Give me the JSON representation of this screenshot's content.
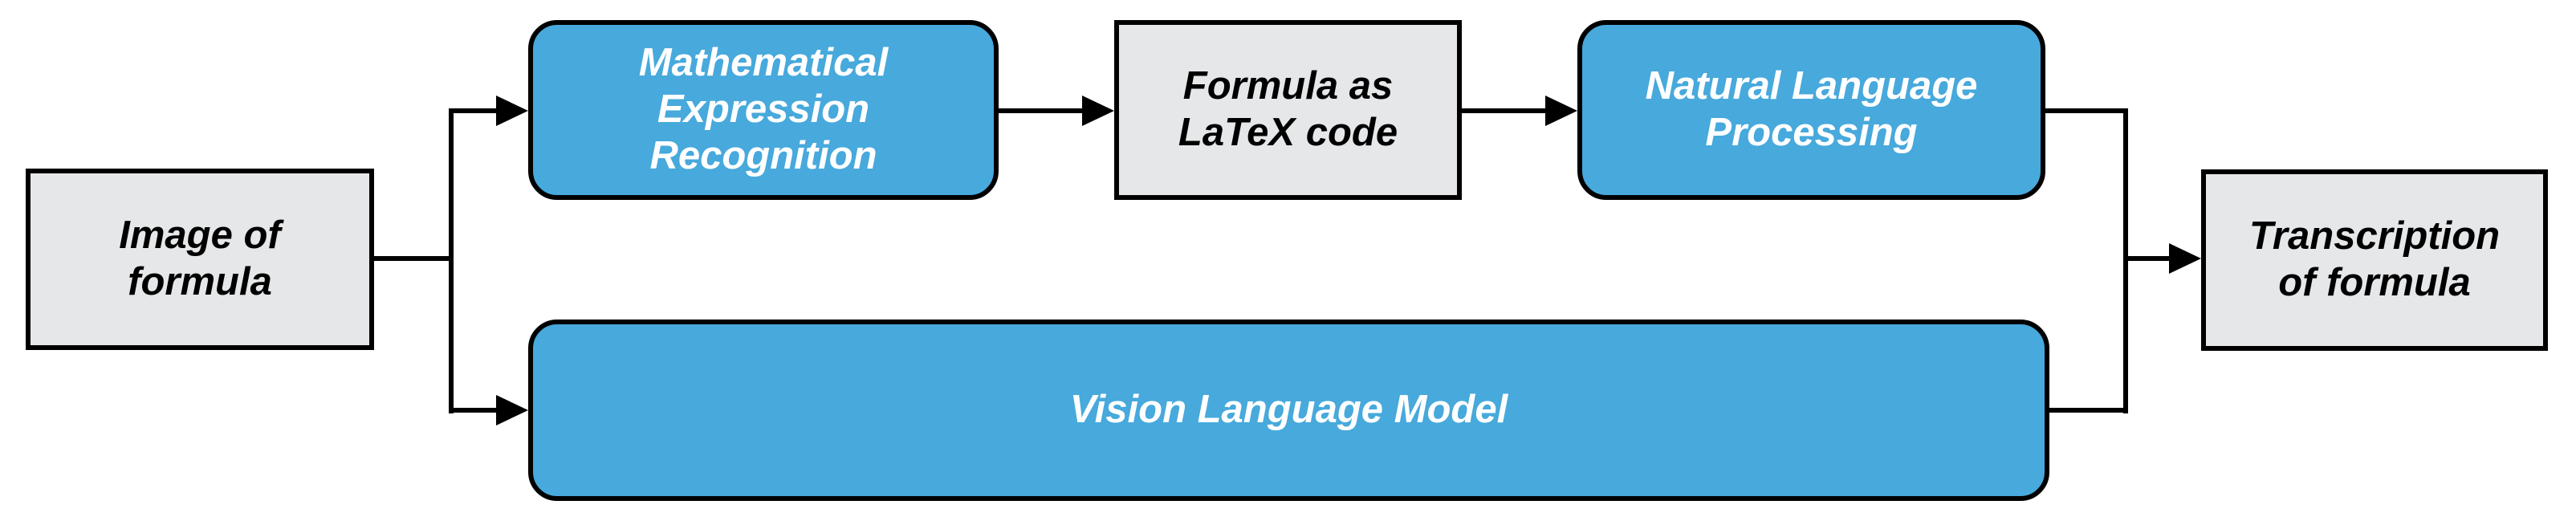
{
  "diagram": {
    "colors": {
      "background": "#FFFFFF",
      "process_fill": "#47A9DC",
      "artifact_fill": "#E5E7E9",
      "outline": "#000000",
      "process_text": "#FFFFFF",
      "artifact_text": "#000000",
      "connector": "#000000"
    },
    "nodes": [
      {
        "id": "image-of-formula",
        "label": "Image of\nformula",
        "shape": "rectangle",
        "fill": "#E5E7E9"
      },
      {
        "id": "mathematical-expression-recognition",
        "label": "Mathematical\nExpression\nRecognition",
        "shape": "rounded",
        "fill": "#47A9DC"
      },
      {
        "id": "formula-as-latex-code",
        "label": "Formula as\nLaTeX code",
        "shape": "rectangle",
        "fill": "#E5E7E9"
      },
      {
        "id": "natural-language-processing",
        "label": "Natural Language\nProcessing",
        "shape": "rounded",
        "fill": "#47A9DC"
      },
      {
        "id": "vision-language-model",
        "label": "Vision Language Model",
        "shape": "rounded",
        "fill": "#47A9DC"
      },
      {
        "id": "transcription-of-formula",
        "label": "Transcription\nof formula",
        "shape": "rectangle",
        "fill": "#E5E7E9"
      }
    ],
    "edges": [
      {
        "from": "image-of-formula",
        "to": "mathematical-expression-recognition",
        "arrowhead": true
      },
      {
        "from": "image-of-formula",
        "to": "vision-language-model",
        "arrowhead": true
      },
      {
        "from": "mathematical-expression-recognition",
        "to": "formula-as-latex-code",
        "arrowhead": true
      },
      {
        "from": "formula-as-latex-code",
        "to": "natural-language-processing",
        "arrowhead": true
      },
      {
        "from": "natural-language-processing",
        "to": "transcription-of-formula",
        "arrowhead": true
      },
      {
        "from": "vision-language-model",
        "to": "transcription-of-formula",
        "arrowhead": true
      }
    ]
  }
}
